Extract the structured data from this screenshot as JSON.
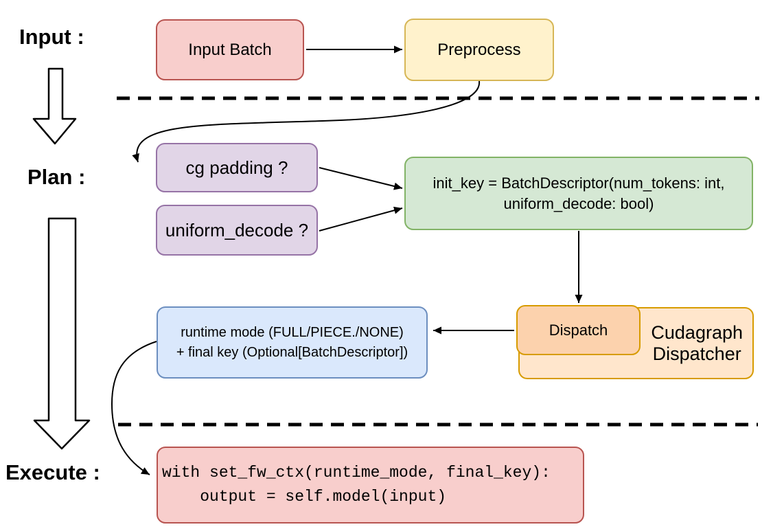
{
  "stage_labels": {
    "input": "Input :",
    "plan": "Plan :",
    "execute": "Execute :"
  },
  "nodes": {
    "input_batch": {
      "label": "Input Batch",
      "fill": "#F8CECC",
      "stroke": "#B85450"
    },
    "preprocess": {
      "label": "Preprocess",
      "fill": "#FFF2CC",
      "stroke": "#D6B656"
    },
    "cg_padding": {
      "label": "cg padding ?",
      "fill": "#E1D5E7",
      "stroke": "#9673A6"
    },
    "uniform_decode": {
      "label": "uniform_decode ?",
      "fill": "#E1D5E7",
      "stroke": "#9673A6"
    },
    "init_key": {
      "lines": [
        "init_key = BatchDescriptor(num_tokens: int,",
        "uniform_decode: bool)"
      ],
      "fill": "#D5E8D4",
      "stroke": "#82B366"
    },
    "dispatch": {
      "label": "Dispatch",
      "fill": "#FCD2AD",
      "stroke": "#D79B00"
    },
    "cudagraph_dispatcher": {
      "lines": [
        "Cudagraph",
        "Dispatcher"
      ],
      "fill": "#FFE6CC",
      "stroke": "#D79B00"
    },
    "runtime_mode": {
      "lines": [
        "runtime mode (FULL/PIECE./NONE)",
        "+ final key (Optional[BatchDescriptor])"
      ],
      "fill": "#DAE8FC",
      "stroke": "#6C8EBF"
    },
    "execute_code": {
      "lines": [
        "with set_fw_ctx(runtime_mode, final_key):",
        "    output = self.model(input)"
      ],
      "fill": "#F8CECC",
      "stroke": "#B85450"
    }
  },
  "edges": [
    {
      "from": "input_batch",
      "to": "preprocess"
    },
    {
      "from": "preprocess",
      "to": "cg_padding"
    },
    {
      "from": "cg_padding",
      "to": "init_key"
    },
    {
      "from": "uniform_decode",
      "to": "init_key"
    },
    {
      "from": "init_key",
      "to": "dispatch"
    },
    {
      "from": "dispatch",
      "to": "runtime_mode"
    },
    {
      "from": "runtime_mode",
      "to": "execute_code"
    }
  ],
  "separator_color": "#000000",
  "connector_color": "#000000"
}
